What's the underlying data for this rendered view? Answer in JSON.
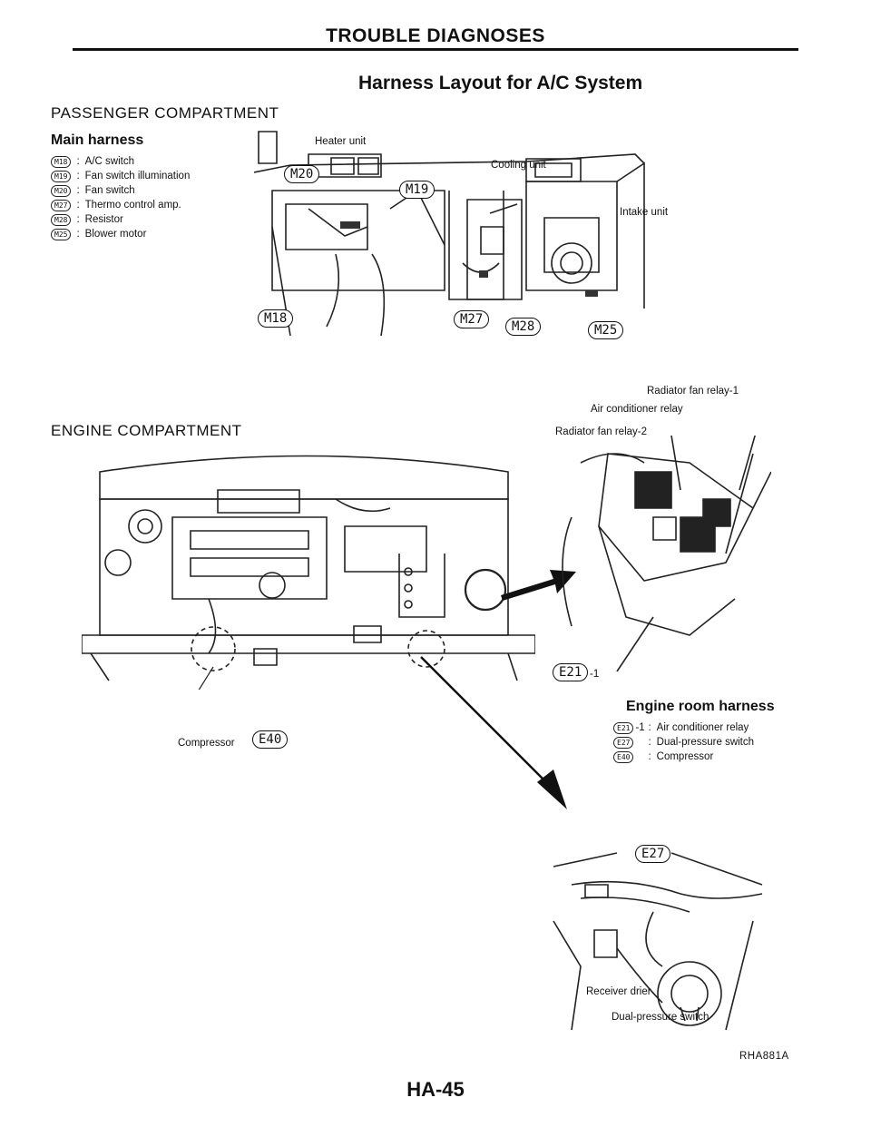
{
  "page": {
    "header": "TROUBLE DIAGNOSES",
    "title": "Harness Layout for A/C System",
    "footer_page": "HA-45",
    "figure_code": "RHA881A"
  },
  "passenger": {
    "section": "PASSENGER COMPARTMENT",
    "harness_title": "Main harness",
    "legend": [
      {
        "code": "M18",
        "desc": "A/C switch"
      },
      {
        "code": "M19",
        "desc": "Fan switch illumination"
      },
      {
        "code": "M20",
        "desc": "Fan switch"
      },
      {
        "code": "M27",
        "desc": "Thermo control amp."
      },
      {
        "code": "M28",
        "desc": "Resistor"
      },
      {
        "code": "M25",
        "desc": "Blower motor"
      }
    ],
    "labels": {
      "heater_unit": "Heater unit",
      "cooling_unit": "Cooling unit",
      "intake_unit": "Intake unit"
    },
    "callouts": {
      "m20": "M20",
      "m19": "M19",
      "m18": "M18",
      "m27": "M27",
      "m28": "M28",
      "m25": "M25"
    }
  },
  "engine": {
    "section": "ENGINE COMPARTMENT",
    "labels": {
      "radiator_fan_relay_1": "Radiator fan relay-1",
      "air_conditioner_relay": "Air conditioner relay",
      "radiator_fan_relay_2": "Radiator fan relay-2",
      "compressor": "Compressor",
      "receiver_drier": "Receiver drier",
      "dual_pressure_switch": "Dual-pressure switch",
      "e21_suffix": "-1"
    },
    "callouts": {
      "e21": "E21",
      "e40": "E40",
      "e27": "E27"
    },
    "harness_title": "Engine room harness",
    "legend": [
      {
        "code": "E21",
        "suffix": "-1",
        "desc": "Air conditioner relay"
      },
      {
        "code": "E27",
        "suffix": "",
        "desc": "Dual-pressure switch"
      },
      {
        "code": "E40",
        "suffix": "",
        "desc": "Compressor"
      }
    ]
  }
}
